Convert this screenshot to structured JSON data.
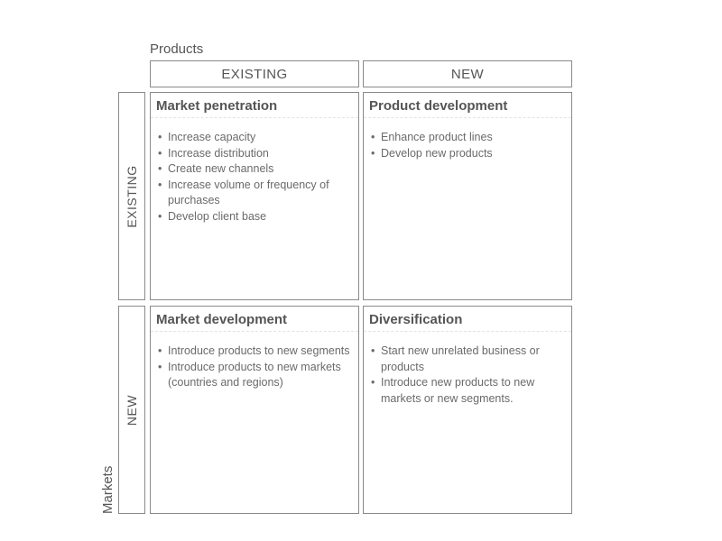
{
  "axes": {
    "products_title": "Products",
    "markets_title": "Markets"
  },
  "columns": [
    "EXISTING",
    "NEW"
  ],
  "rows": [
    "EXISTING",
    "NEW"
  ],
  "cells": [
    {
      "title": "Market penetration",
      "items": [
        "Increase capacity",
        "Increase distribution",
        "Create new channels",
        "Increase volume or frequency of purchases",
        "Develop client base"
      ]
    },
    {
      "title": "Product development",
      "items": [
        "Enhance product lines",
        "Develop new products"
      ]
    },
    {
      "title": "Market development",
      "items": [
        "Introduce products to new segments",
        "Introduce products to new markets (countries and regions)"
      ]
    },
    {
      "title": "Diversification",
      "items": [
        "Start new unrelated business or products",
        "Introduce new products to new markets or new segments."
      ]
    }
  ]
}
